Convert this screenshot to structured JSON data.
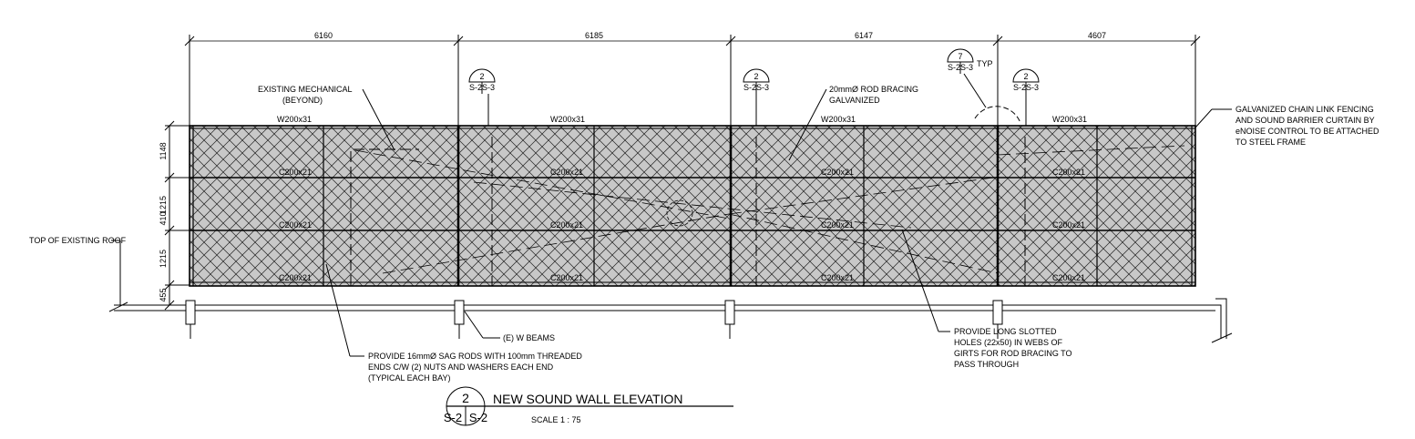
{
  "dimensions": {
    "spans": [
      "6160",
      "6185",
      "6147",
      "4607"
    ],
    "heights": [
      "1148",
      "1215",
      "1215",
      "455"
    ],
    "overlap": "410"
  },
  "beams": {
    "top": "W200x31",
    "girt": "C200x21"
  },
  "callouts": {
    "existing_mechanical": [
      "EXISTING MECHANICAL",
      "(BEYOND)"
    ],
    "rod_bracing": [
      "20mmØ ROD BRACING",
      "GALVANIZED"
    ],
    "fencing": [
      "GALVANIZED CHAIN LINK FENCING",
      "AND SOUND BARRIER CURTAIN BY",
      "eNOISE CONTROL TO BE ATTACHED",
      "TO STEEL FRAME"
    ],
    "roof": "TOP OF EXISTING ROOF",
    "w_beams": "(E) W BEAMS",
    "sag_rods": [
      "PROVIDE 16mmØ SAG RODS WITH 100mm THREADED",
      "ENDS C/W (2) NUTS AND WASHERS EACH END",
      "(TYPICAL EACH BAY)"
    ],
    "slotted_holes": [
      "PROVIDE LONG SLOTTED",
      "HOLES (22x50) IN WEBS OF",
      "GIRTS FOR ROD BRACING TO",
      "PASS THROUGH"
    ],
    "typ": "TYP"
  },
  "section_marks": {
    "num": "2",
    "sheet_a": "S-2",
    "sheet_b": "S-3",
    "typ_num": "7"
  },
  "title_block": {
    "number": "2",
    "sheet_a": "S-2",
    "sheet_b": "S-2",
    "title": "NEW SOUND WALL ELEVATION",
    "scale": "SCALE   1 : 75"
  }
}
